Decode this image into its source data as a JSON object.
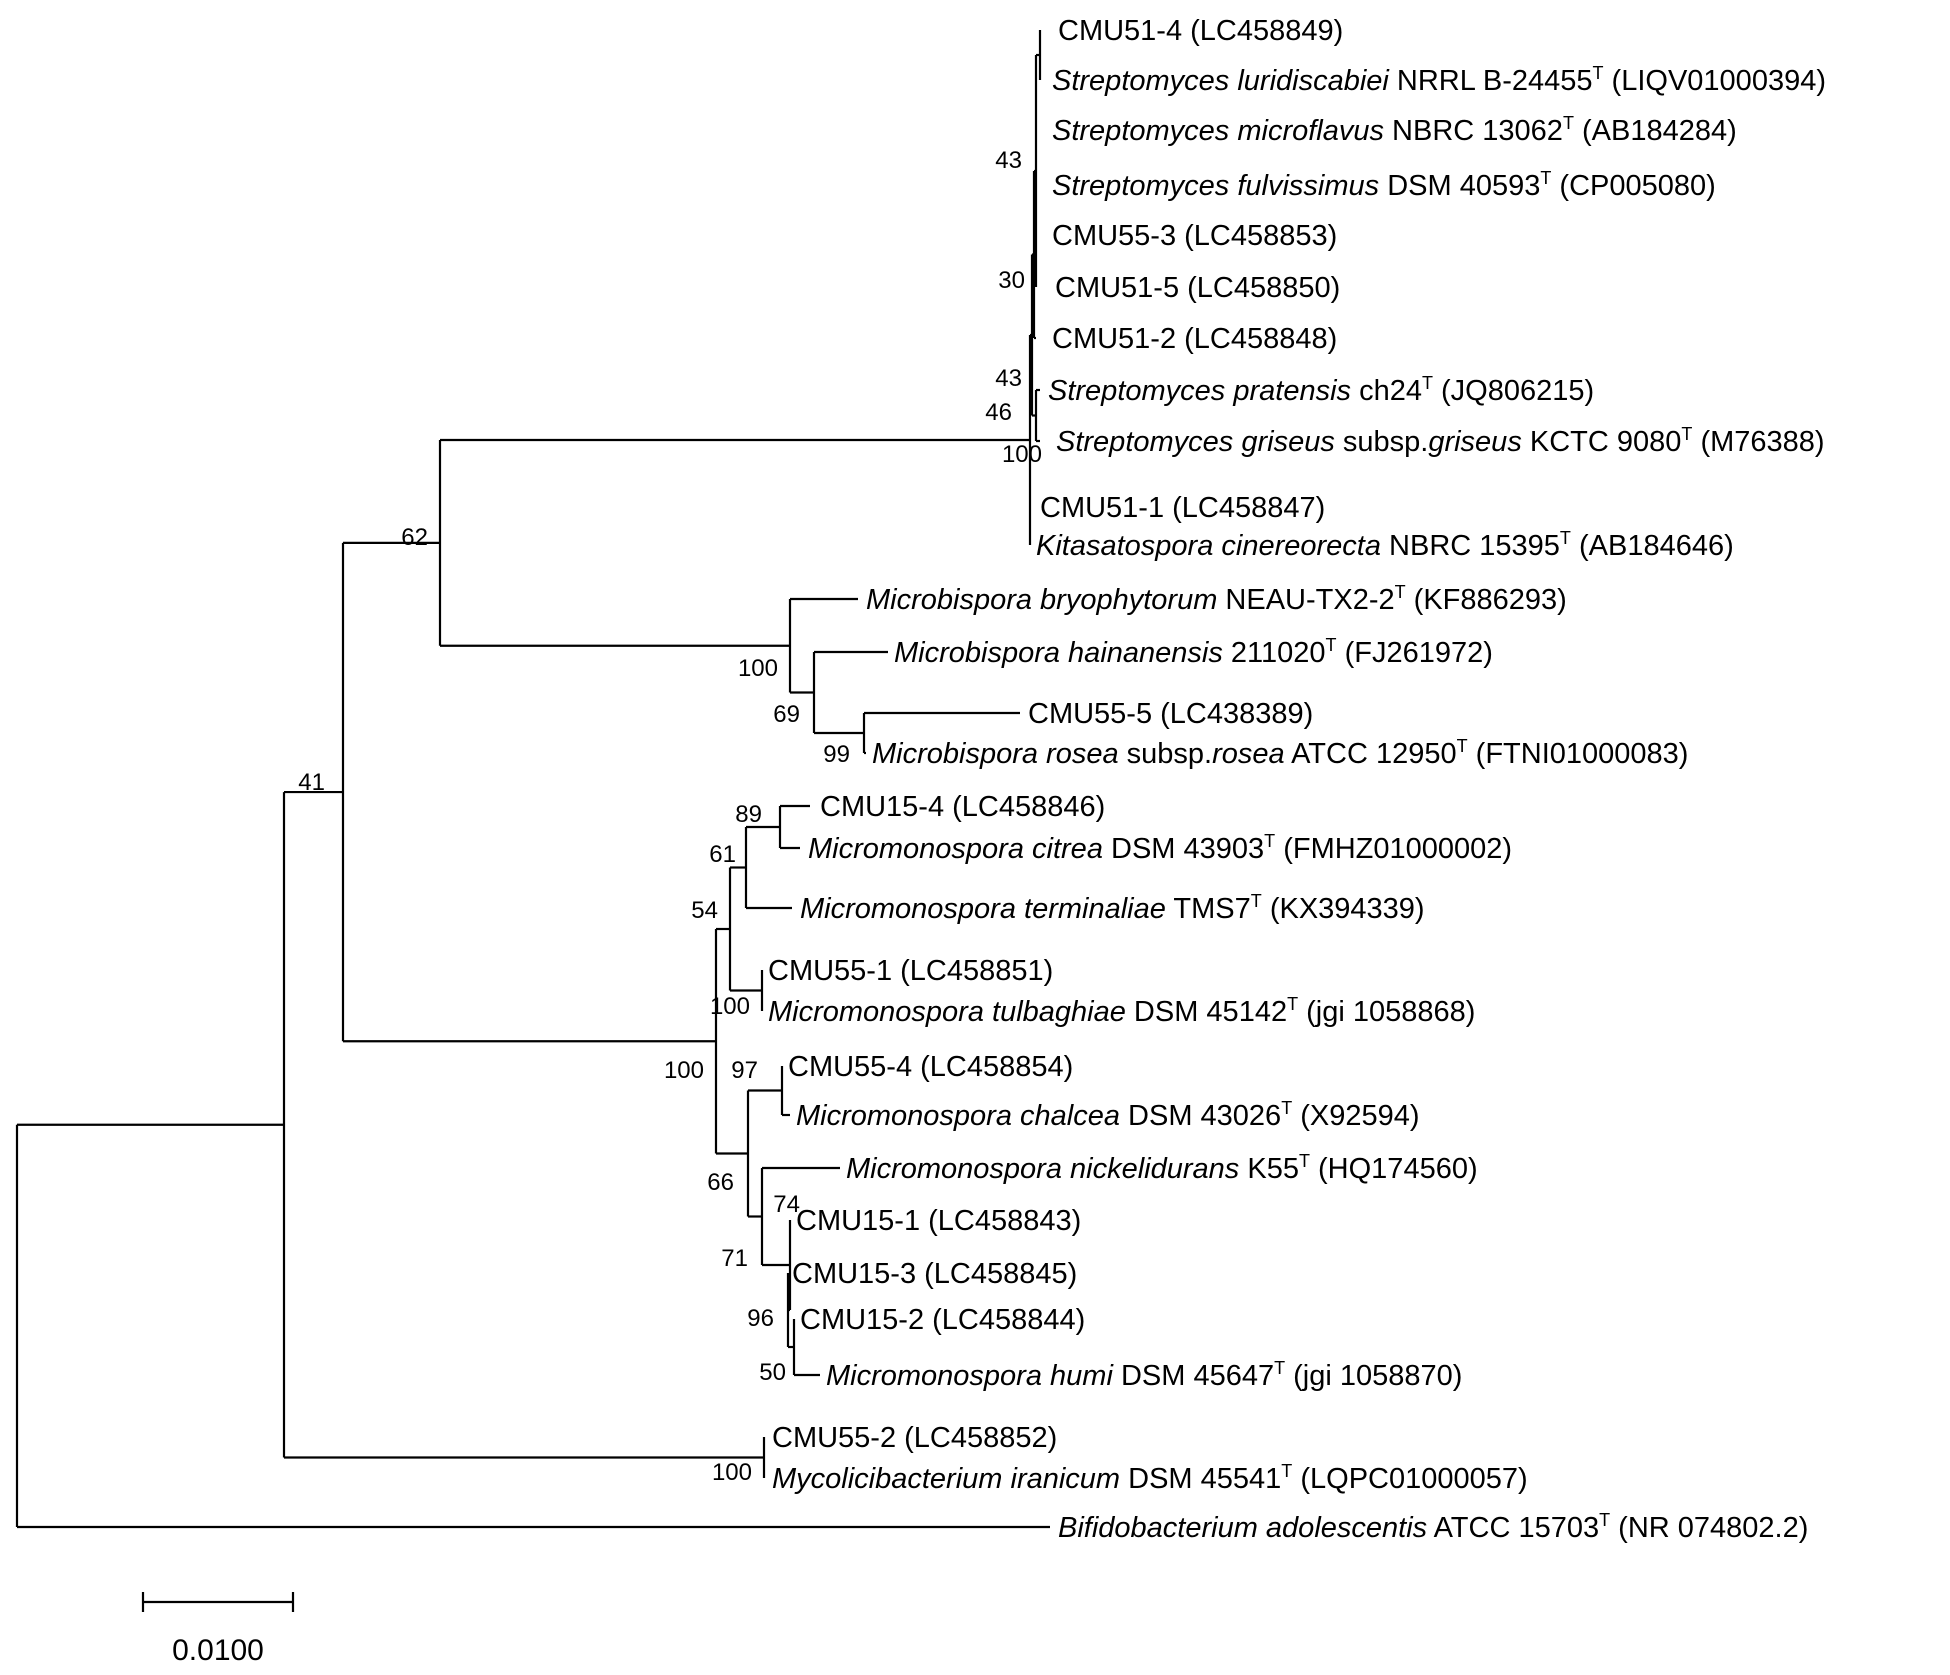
{
  "leaves": [
    {
      "id": "cmu51_4",
      "parts": [
        {
          "t": "CMU51-4  (LC458849)"
        }
      ]
    },
    {
      "id": "s_luridiscabiei",
      "parts": [
        {
          "t": "Streptomyces luridiscabiei",
          "i": true
        },
        {
          "t": " NRRL B-24455"
        },
        {
          "t": "T",
          "sup": true
        },
        {
          "t": " (LIQV01000394)"
        }
      ]
    },
    {
      "id": "s_microflavus",
      "parts": [
        {
          "t": "Streptomyces microflavus",
          "i": true
        },
        {
          "t": " NBRC 13062"
        },
        {
          "t": "T",
          "sup": true
        },
        {
          "t": " (AB184284)"
        }
      ]
    },
    {
      "id": "s_fulvissimus",
      "parts": [
        {
          "t": "Streptomyces fulvissimus",
          "i": true
        },
        {
          "t": " DSM 40593"
        },
        {
          "t": "T",
          "sup": true
        },
        {
          "t": " (CP005080)"
        }
      ]
    },
    {
      "id": "cmu55_3",
      "parts": [
        {
          "t": "CMU55-3  (LC458853)"
        }
      ]
    },
    {
      "id": "cmu51_5",
      "parts": [
        {
          "t": "CMU51-5   (LC458850)"
        }
      ]
    },
    {
      "id": "cmu51_2",
      "parts": [
        {
          "t": "CMU51-2  (LC458848)"
        }
      ]
    },
    {
      "id": "s_pratensis",
      "parts": [
        {
          "t": "Streptomyces pratensis",
          "i": true
        },
        {
          "t": " ch24"
        },
        {
          "t": "T",
          "sup": true
        },
        {
          "t": " (JQ806215)"
        }
      ]
    },
    {
      "id": "s_griseus",
      "parts": [
        {
          "t": "Streptomyces griseus",
          "i": true
        },
        {
          "t": " subsp."
        },
        {
          "t": "griseus",
          "i": true
        },
        {
          "t": " KCTC 9080"
        },
        {
          "t": "T",
          "sup": true
        },
        {
          "t": " (M76388)"
        }
      ]
    },
    {
      "id": "cmu51_1",
      "parts": [
        {
          "t": "CMU51-1  (LC458847)"
        }
      ]
    },
    {
      "id": "k_cinereorecta",
      "parts": [
        {
          "t": "Kitasatospora cinereorecta",
          "i": true
        },
        {
          "t": " NBRC 15395"
        },
        {
          "t": "T",
          "sup": true
        },
        {
          "t": " (AB184646)"
        }
      ]
    },
    {
      "id": "mb_bryophytorum",
      "parts": [
        {
          "t": "Microbispora bryophytorum",
          "i": true
        },
        {
          "t": " NEAU-TX2-2"
        },
        {
          "t": "T",
          "sup": true
        },
        {
          "t": " (KF886293)"
        }
      ]
    },
    {
      "id": "mb_hainanensis",
      "parts": [
        {
          "t": "Microbispora hainanensis",
          "i": true
        },
        {
          "t": " 211020"
        },
        {
          "t": "T",
          "sup": true
        },
        {
          "t": " (FJ261972)"
        }
      ]
    },
    {
      "id": "cmu55_5",
      "parts": [
        {
          "t": "CMU55-5  (LC438389)"
        }
      ]
    },
    {
      "id": "mb_rosea",
      "parts": [
        {
          "t": "Microbispora rosea",
          "i": true
        },
        {
          "t": " subsp."
        },
        {
          "t": "rosea",
          "i": true
        },
        {
          "t": " ATCC 12950"
        },
        {
          "t": "T",
          "sup": true
        },
        {
          "t": " (FTNI01000083)"
        }
      ]
    },
    {
      "id": "cmu15_4",
      "parts": [
        {
          "t": "CMU15-4  (LC458846)"
        }
      ]
    },
    {
      "id": "mm_citrea",
      "parts": [
        {
          "t": "Micromonospora citrea",
          "i": true
        },
        {
          "t": " DSM 43903"
        },
        {
          "t": "T",
          "sup": true
        },
        {
          "t": " (FMHZ01000002)"
        }
      ]
    },
    {
      "id": "mm_terminaliae",
      "parts": [
        {
          "t": "Micromonospora terminaliae",
          "i": true
        },
        {
          "t": " TMS7"
        },
        {
          "t": "T",
          "sup": true
        },
        {
          "t": " (KX394339)"
        }
      ]
    },
    {
      "id": "cmu55_1",
      "parts": [
        {
          "t": "CMU55-1  (LC458851)"
        }
      ]
    },
    {
      "id": "mm_tulbaghiae",
      "parts": [
        {
          "t": "Micromonospora tulbaghiae",
          "i": true
        },
        {
          "t": " DSM 45142"
        },
        {
          "t": "T",
          "sup": true
        },
        {
          "t": " (jgi 1058868)"
        }
      ]
    },
    {
      "id": "cmu55_4",
      "parts": [
        {
          "t": "CMU55-4  (LC458854)"
        }
      ]
    },
    {
      "id": "mm_chalcea",
      "parts": [
        {
          "t": "Micromonospora chalcea",
          "i": true
        },
        {
          "t": " DSM 43026"
        },
        {
          "t": "T",
          "sup": true
        },
        {
          "t": " (X92594)"
        }
      ]
    },
    {
      "id": "mm_nickelidurans",
      "parts": [
        {
          "t": "Micromonospora nickelidurans",
          "i": true
        },
        {
          "t": " K55"
        },
        {
          "t": "T",
          "sup": true
        },
        {
          "t": " (HQ174560)"
        }
      ]
    },
    {
      "id": "cmu15_1",
      "parts": [
        {
          "t": "CMU15-1  (LC458843)"
        }
      ]
    },
    {
      "id": "cmu15_3",
      "parts": [
        {
          "t": "CMU15-3  (LC458845)"
        }
      ]
    },
    {
      "id": "cmu15_2",
      "parts": [
        {
          "t": "CMU15-2  (LC458844)"
        }
      ]
    },
    {
      "id": "mm_humi",
      "parts": [
        {
          "t": "Micromonospora humi",
          "i": true
        },
        {
          "t": " DSM 45647"
        },
        {
          "t": "T",
          "sup": true
        },
        {
          "t": " (jgi 1058870)"
        }
      ]
    },
    {
      "id": "cmu55_2",
      "parts": [
        {
          "t": "CMU55-2  (LC458852)"
        }
      ]
    },
    {
      "id": "my_iranicum",
      "parts": [
        {
          "t": "Mycolicibacterium iranicum",
          "i": true
        },
        {
          "t": " DSM 45541"
        },
        {
          "t": "T",
          "sup": true
        },
        {
          "t": " (LQPC01000057)"
        }
      ]
    },
    {
      "id": "b_adolescentis",
      "parts": [
        {
          "t": "Bifidobacterium adolescentis",
          "i": true
        },
        {
          "t": " ATCC 15703"
        },
        {
          "t": "T",
          "sup": true
        },
        {
          "t": " (NR 074802.2)"
        }
      ]
    }
  ],
  "bootstrap": [
    {
      "node": "n_s1",
      "value": "43"
    },
    {
      "node": "n_s2",
      "value": "30"
    },
    {
      "node": "n_s3",
      "value": "43"
    },
    {
      "node": "n_s4",
      "value": "46"
    },
    {
      "node": "n_strep",
      "value": "100"
    },
    {
      "node": "n_upper",
      "value": "62"
    },
    {
      "node": "n_mb_all",
      "value": "100"
    },
    {
      "node": "n_mb_sub",
      "value": "69"
    },
    {
      "node": "n_mb_pair",
      "value": "99"
    },
    {
      "node": "n_m3",
      "value": "89"
    },
    {
      "node": "n_m2",
      "value": "61"
    },
    {
      "node": "n_m1",
      "value": "54"
    },
    {
      "node": "n_m4",
      "value": "100"
    },
    {
      "node": "n_mm",
      "value": "100"
    },
    {
      "node": "n_m5",
      "value": "97"
    },
    {
      "node": "n_m6",
      "value": "66"
    },
    {
      "node": "n_m7",
      "value": "74"
    },
    {
      "node": "n_m8",
      "value": "71"
    },
    {
      "node": "n_m9",
      "value": "96"
    },
    {
      "node": "n_m10",
      "value": "50"
    },
    {
      "node": "n_ingroup",
      "value": "41"
    },
    {
      "node": "n_myco",
      "value": "100"
    }
  ],
  "scale_bar": {
    "label": "0.0100"
  }
}
